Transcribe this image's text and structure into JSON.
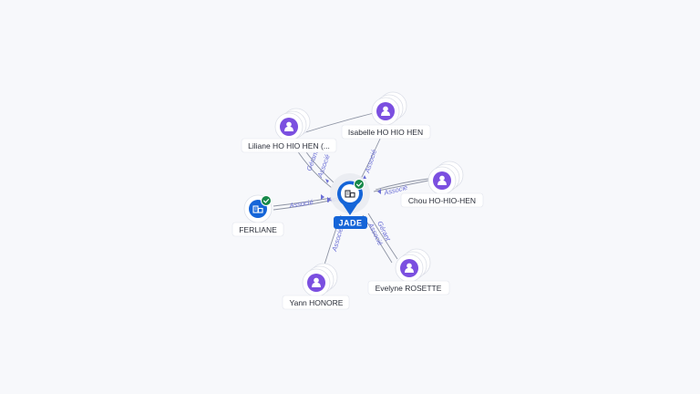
{
  "center": {
    "label": "JADE",
    "icon": "company-icon",
    "verified": true
  },
  "nodes": [
    {
      "id": "liliane",
      "label": "Liliane HO HIO HEN (...",
      "type": "person",
      "icon": "person-icon"
    },
    {
      "id": "isabelle",
      "label": "Isabelle HO HIO HEN",
      "type": "person",
      "icon": "person-icon"
    },
    {
      "id": "chou",
      "label": "Chou HO-HIO-HEN",
      "type": "person",
      "icon": "person-icon"
    },
    {
      "id": "ferliane",
      "label": "FERLIANE",
      "type": "company",
      "icon": "company-icon",
      "verified": true
    },
    {
      "id": "yann",
      "label": "Yann HONORE",
      "type": "person",
      "icon": "person-icon"
    },
    {
      "id": "evelyne",
      "label": "Evelyne ROSETTE",
      "type": "person",
      "icon": "person-icon"
    }
  ],
  "edges": [
    {
      "from": "liliane",
      "label": "Gérant"
    },
    {
      "from": "liliane",
      "label": "Associé"
    },
    {
      "from": "isabelle",
      "label": "Associé"
    },
    {
      "from": "chou",
      "label": "Associé"
    },
    {
      "from": "ferliane",
      "label": "Associé"
    },
    {
      "from": "ferliane",
      "label": "Associé"
    },
    {
      "from": "yann",
      "label": "Associé"
    },
    {
      "from": "evelyne",
      "label": "Gérant"
    },
    {
      "from": "evelyne",
      "label": "Associé"
    }
  ],
  "colors": {
    "person": "#7b4fe0",
    "company": "#1565d8",
    "verified": "#17894a",
    "edge_label": "#6b6fd6"
  }
}
